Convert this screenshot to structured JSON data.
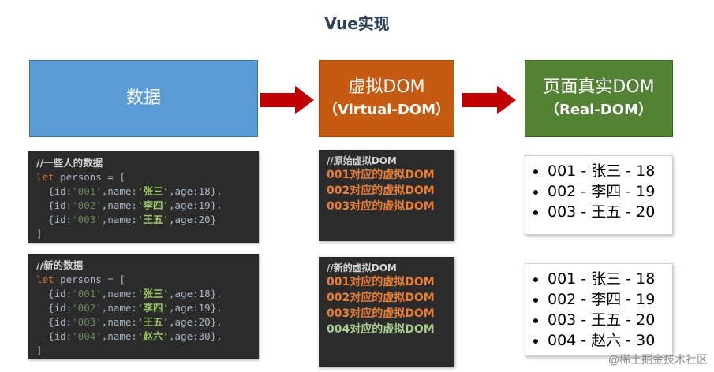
{
  "title": "Vue实现",
  "boxes": {
    "data": {
      "label": "数据"
    },
    "vdom": {
      "label": "虚拟DOM",
      "sub": "（Virtual-DOM）"
    },
    "real": {
      "label": "页面真实DOM",
      "sub": "（Real-DOM）"
    }
  },
  "code1": {
    "comment": "//一些人的数据",
    "keyword": "let",
    "decl": " persons = [",
    "rows": [
      {
        "id": "'001'",
        "name": "'张三'",
        "age": "18",
        "sep": ","
      },
      {
        "id": "'002'",
        "name": "'李四'",
        "age": "19",
        "sep": ","
      },
      {
        "id": "'003'",
        "name": "'王五'",
        "age": "20",
        "sep": ""
      }
    ],
    "close": "]"
  },
  "code2": {
    "comment": "//新的数据",
    "keyword": "let",
    "decl": " persons = [",
    "rows": [
      {
        "id": "'001'",
        "name": "'张三'",
        "age": "18",
        "sep": ","
      },
      {
        "id": "'002'",
        "name": "'李四'",
        "age": "19",
        "sep": ","
      },
      {
        "id": "'003'",
        "name": "'王五'",
        "age": "20",
        "sep": ","
      },
      {
        "id": "'004'",
        "name": "'赵六'",
        "age": "30",
        "sep": ","
      }
    ],
    "close": "]"
  },
  "vdom1": {
    "comment": "//原始虚拟DOM",
    "items": [
      "001对应的虚拟DOM",
      "002对应的虚拟DOM",
      "003对应的虚拟DOM"
    ]
  },
  "vdom2": {
    "comment": "//新的虚拟DOM",
    "items": [
      "001对应的虚拟DOM",
      "002对应的虚拟DOM",
      "003对应的虚拟DOM",
      "004对应的虚拟DOM"
    ]
  },
  "real1": {
    "items": [
      "001 - 张三 - 18",
      "002 - 李四 - 19",
      "003 - 王五 - 20"
    ]
  },
  "real2": {
    "items": [
      "001 - 张三 - 18",
      "002 - 李四 - 19",
      "003 - 王五 - 20",
      "004 - 赵六 - 30"
    ]
  },
  "watermark": "@稀土掘金技术社区",
  "colors": {
    "data_box": "#5b9bd5",
    "vdom_box": "#c55a11",
    "real_box": "#548235",
    "arrow": "#c00000"
  }
}
